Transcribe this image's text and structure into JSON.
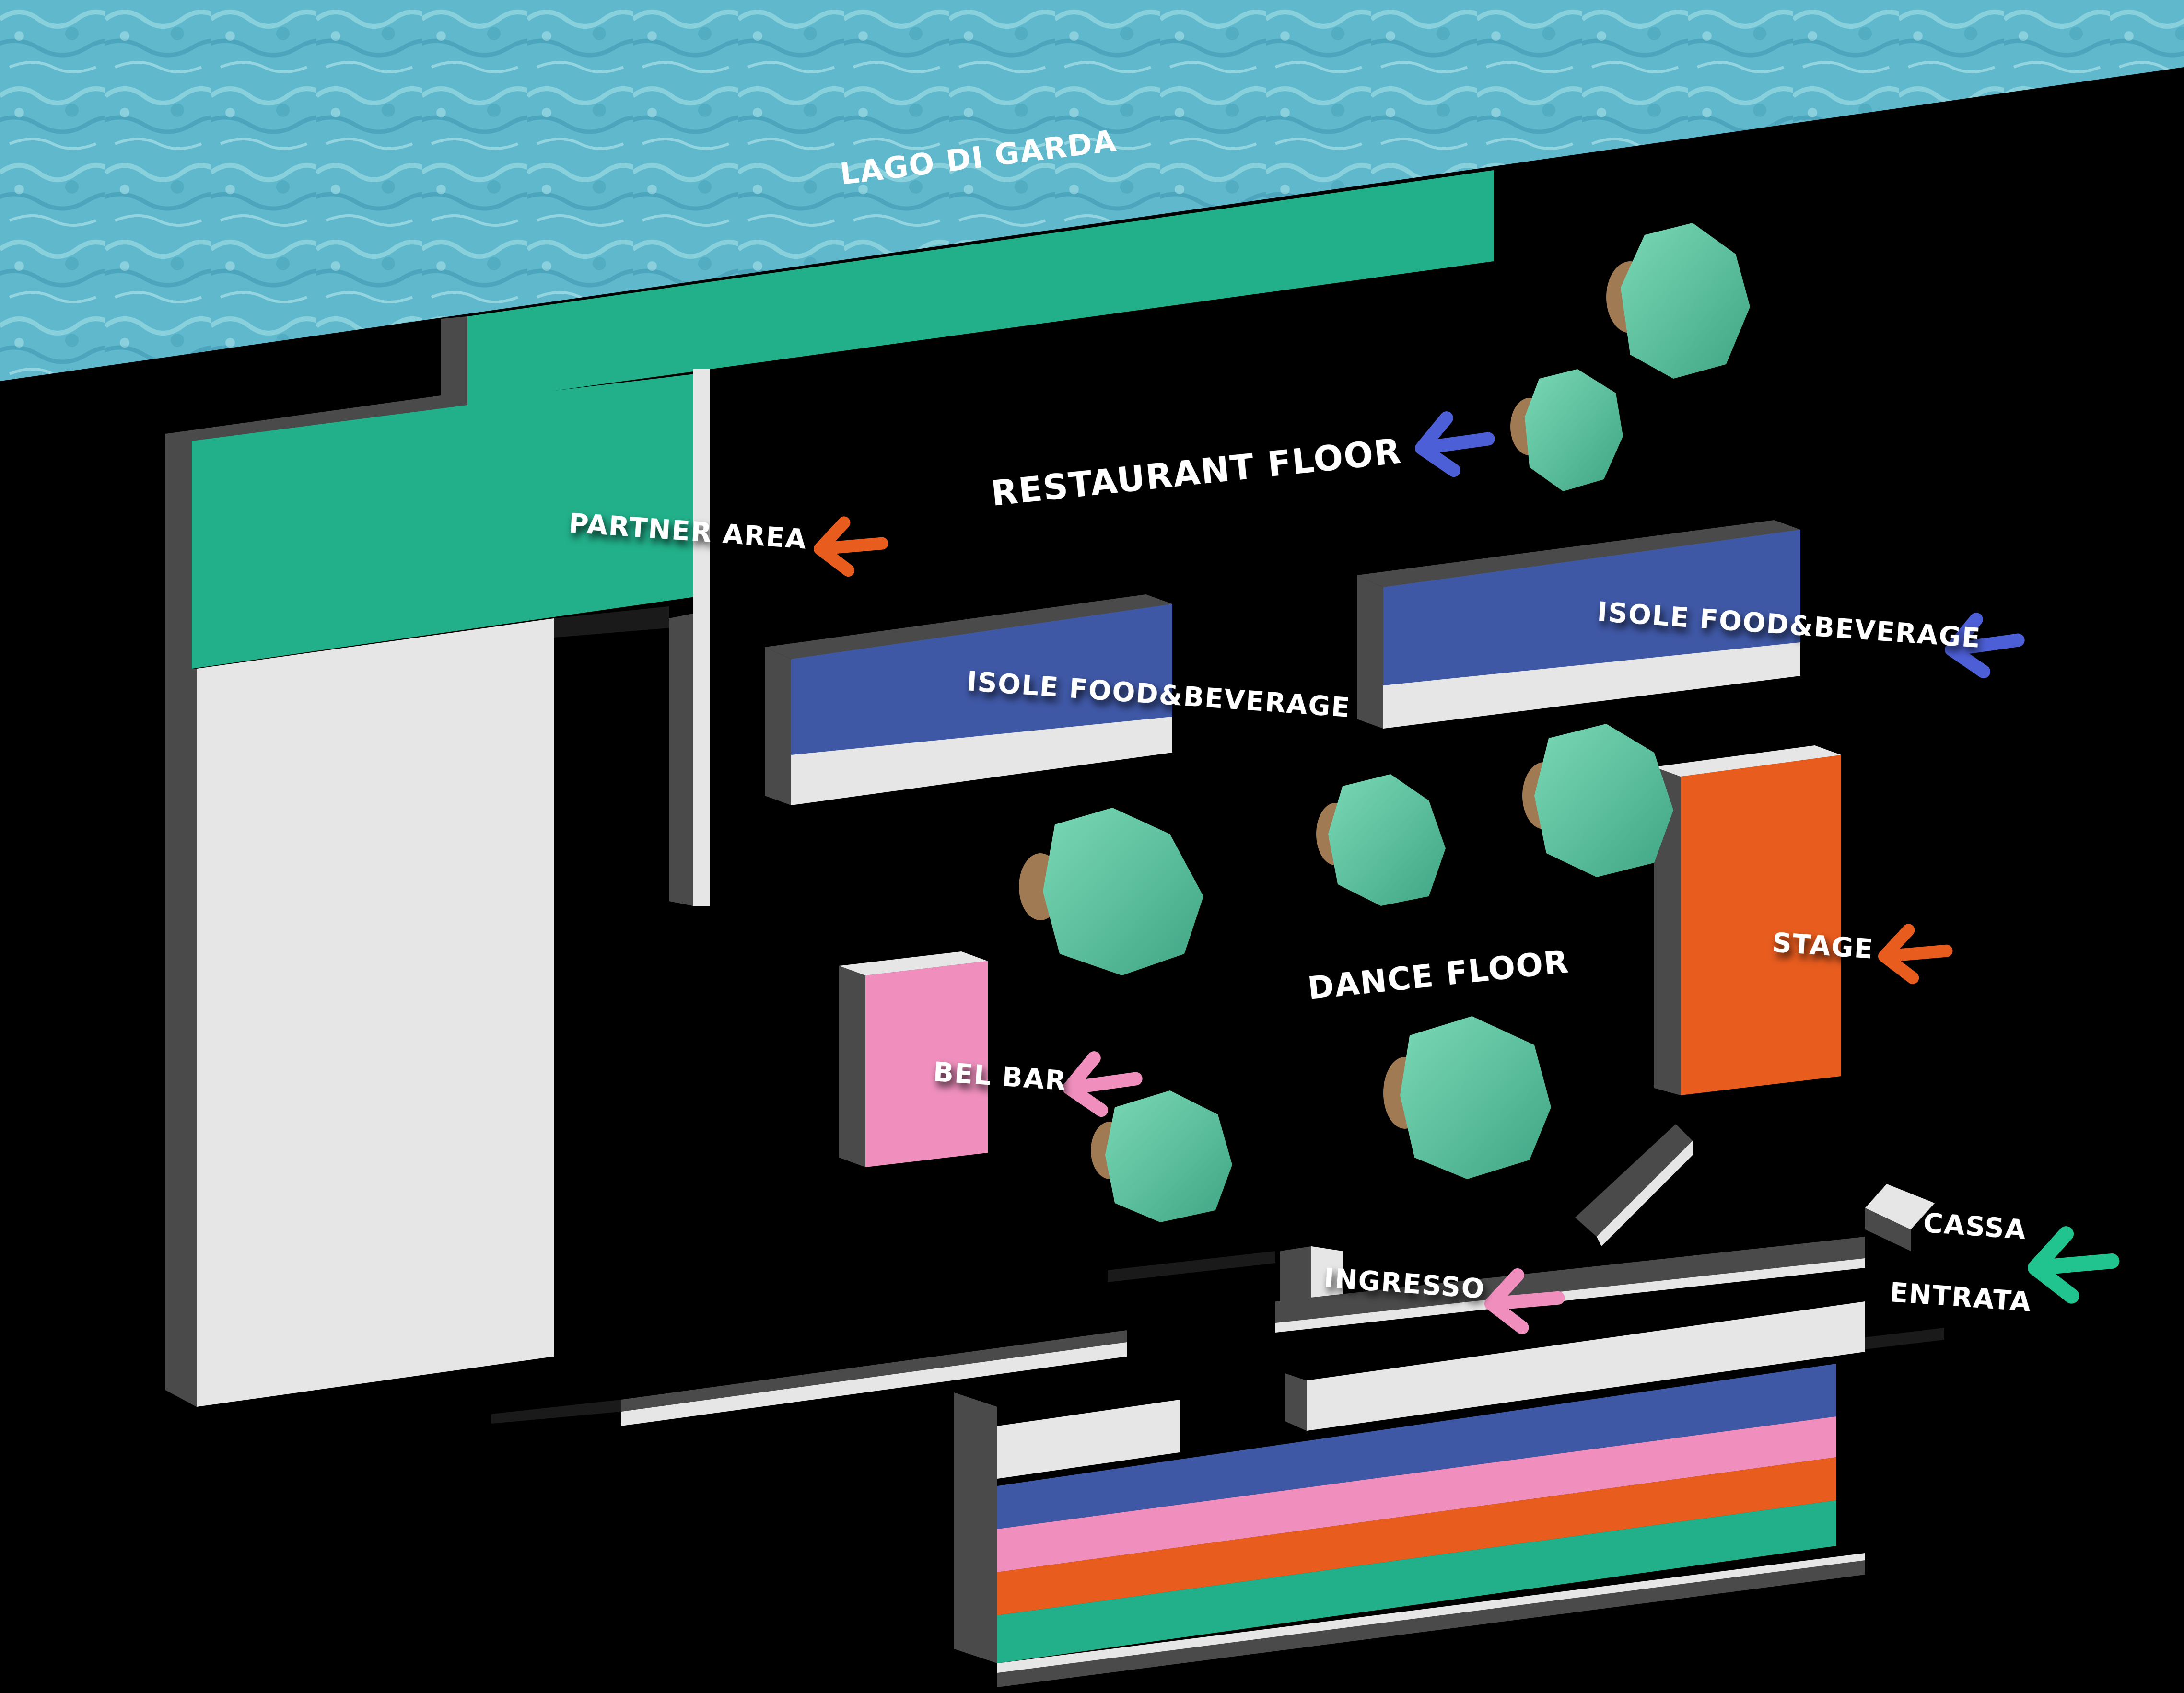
{
  "labels": {
    "lake": "LAGO DI GARDA",
    "restaurant_floor": "RESTAURANT FLOOR",
    "partner_area": "PARTNER AREA",
    "food_beverage_left": "ISOLE FOOD&BEVERAGE",
    "food_beverage_right": "ISOLE FOOD&BEVERAGE",
    "stage": "STAGE",
    "dance_floor": "DANCE FLOOR",
    "bel_bar": "BEL BAR",
    "cassa": "CASSA",
    "ingresso": "INGRESSO",
    "entrata": "ENTRATA"
  },
  "colors": {
    "water": "#5fb8cc",
    "water_light": "#8fd3de",
    "ground": "#000000",
    "green": "#21b08a",
    "blue": "#3f58a6",
    "pink": "#f08fbe",
    "orange": "#e85c1e",
    "wall_white": "#e6e6e6",
    "wall_gray": "#4a4a4a",
    "tree": "#5cc6a2",
    "trunk": "#a07a52"
  },
  "icons": {
    "arrow": "left-arrow-icon",
    "tree": "tree-icon"
  }
}
